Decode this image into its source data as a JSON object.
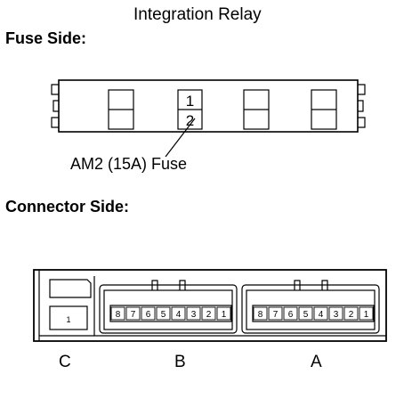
{
  "title": "Integration Relay",
  "fuse_side": {
    "heading": "Fuse Side:",
    "fuse_slot_top": "1",
    "fuse_slot_bottom": "2",
    "callout": "AM2 (15A) Fuse"
  },
  "connector_side": {
    "heading": "Connector Side:",
    "connector_c": {
      "label": "C",
      "pin": "1"
    },
    "connector_b": {
      "label": "B",
      "pins": [
        "8",
        "7",
        "6",
        "5",
        "4",
        "3",
        "2",
        "1"
      ]
    },
    "connector_a": {
      "label": "A",
      "pins": [
        "8",
        "7",
        "6",
        "5",
        "4",
        "3",
        "2",
        "1"
      ]
    }
  }
}
